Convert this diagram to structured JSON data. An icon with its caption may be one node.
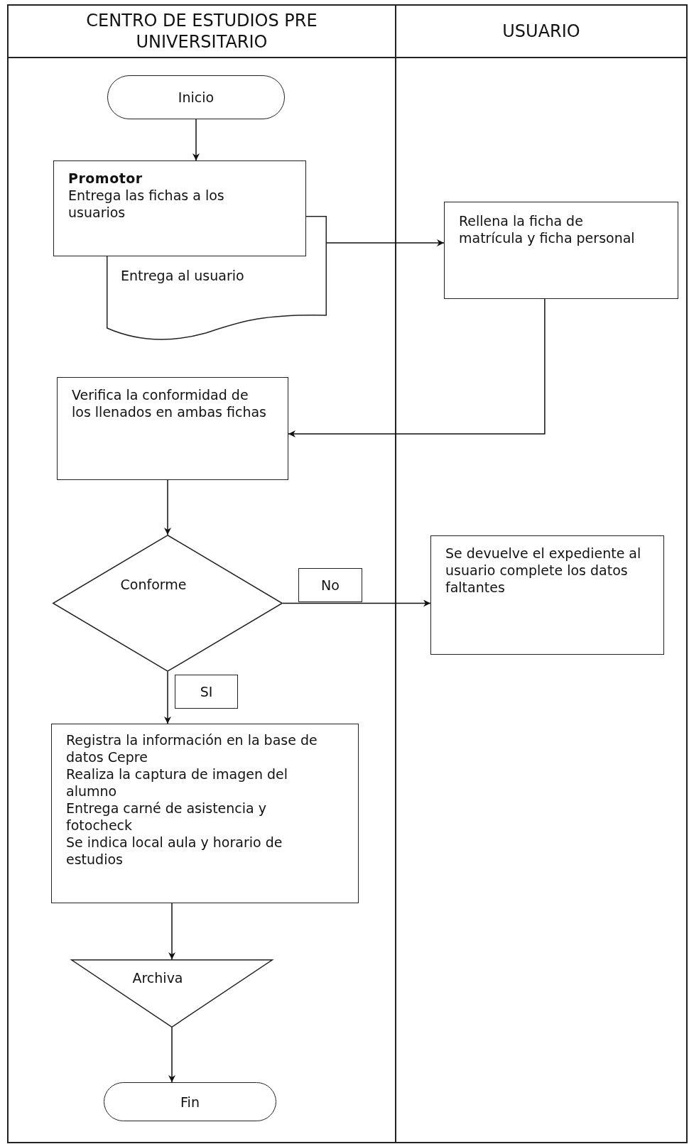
{
  "diagram": {
    "nodes": [
      {
        "text": [
          "CENTRO DE ESTUDIOS PRE UNIVERSITARIO"
        ]
      },
      {
        "text": [
          "USUARIO"
        ]
      },
      {
        "text": [
          "Inicio"
        ],
        "in": 0
      },
      {
        "text": [
          "Promotor",
          "Entrega las fichas a los usuarios"
        ],
        "in": 0
      },
      {
        "text": [
          "Entrega al usuario"
        ],
        "in": 0
      },
      {
        "text": [
          "Rellena la ficha de matrícula y ficha personal"
        ],
        "in": 1
      },
      {
        "text": [
          "Verifica la conformidad de los llenados en ambas fichas"
        ],
        "in": 0
      },
      {
        "text": [
          "Conforme"
        ],
        "in": 0
      },
      {
        "text": [
          "Se devuelve el expediente al usuario complete los datos faltantes"
        ],
        "in": 1
      },
      {
        "text": [
          "Registra la información en la base de datos Cepre",
          "Realiza la captura de imagen del alumno",
          "Entrega carné de asistencia y fotocheck",
          "Se indica local aula y horario de estudios"
        ],
        "in": 0
      },
      {
        "text": [
          "Archiva"
        ],
        "in": 0
      },
      {
        "text": [
          "Fin"
        ],
        "in": 0
      }
    ],
    "edges": [
      {
        "from": 2,
        "to": 3,
        "arrow": "to"
      },
      {
        "from": 4,
        "to": 5,
        "arrow": "to"
      },
      {
        "from": 5,
        "to": 6,
        "arrow": "to"
      },
      {
        "from": 6,
        "to": 7,
        "arrow": "to"
      },
      {
        "from": 7,
        "to": 8,
        "arrow": "to",
        "label": "No"
      },
      {
        "from": 7,
        "to": 9,
        "arrow": "to",
        "label": "SI"
      },
      {
        "from": 9,
        "to": 10,
        "arrow": "to"
      },
      {
        "from": 10,
        "to": 11,
        "arrow": "to"
      }
    ]
  }
}
